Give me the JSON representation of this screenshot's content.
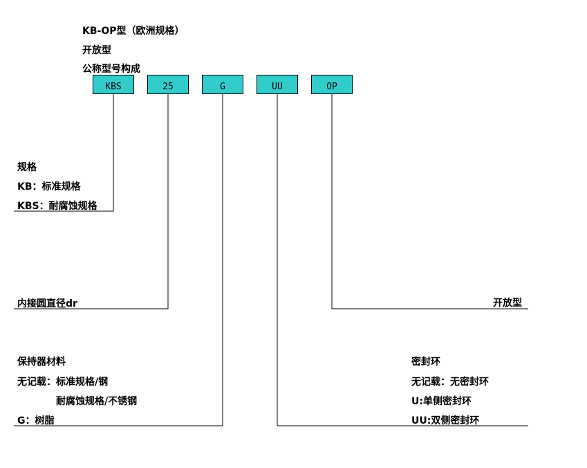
{
  "header": {
    "title": "KB-OP型（欧洲规格）",
    "subtitle": "开放型",
    "caption": "公称型号构成"
  },
  "codes": [
    {
      "label": "KBS"
    },
    {
      "label": "25"
    },
    {
      "label": "G"
    },
    {
      "label": "UU"
    },
    {
      "label": "OP"
    }
  ],
  "spec": {
    "heading": "规格",
    "line1": "KB：标准规格",
    "line2": "KBS：耐腐蚀规格"
  },
  "diameter": {
    "label": "内接圆直径dr"
  },
  "retainer": {
    "heading": "保持器材料",
    "line1": "无记载：标准规格/钢",
    "line2": "耐腐蚀规格/不锈钢",
    "line3": "G：树脂"
  },
  "seal": {
    "heading": "密封环",
    "line1": "无记载：无密封环",
    "line2": "U:单侧密封环",
    "line3": "UU:双侧密封环"
  },
  "open_type": {
    "label": "开放型"
  },
  "colors": {
    "code_box_fill": "#33cccc",
    "line": "#000000"
  }
}
